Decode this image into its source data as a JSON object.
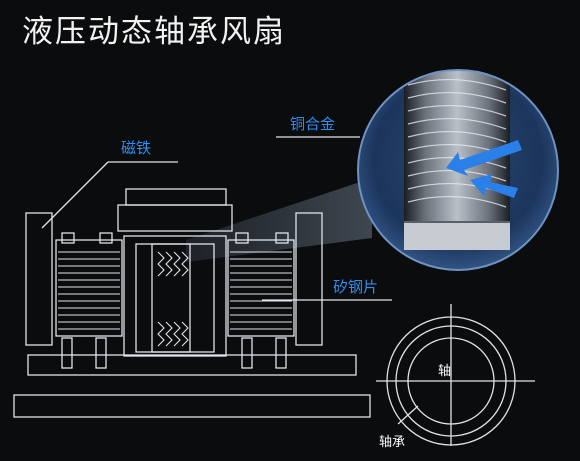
{
  "title": "液压动态轴承风扇",
  "labels": {
    "magnet": "磁铁",
    "copper_alloy": "铜合金",
    "silicon_steel": "矽钢片",
    "shaft": "轴",
    "bearing": "轴承"
  },
  "colors": {
    "background": "#0b0c0d",
    "line": "#dfe4ea",
    "accent": "#2f8ef0",
    "arrow": "#2a7fe8"
  }
}
